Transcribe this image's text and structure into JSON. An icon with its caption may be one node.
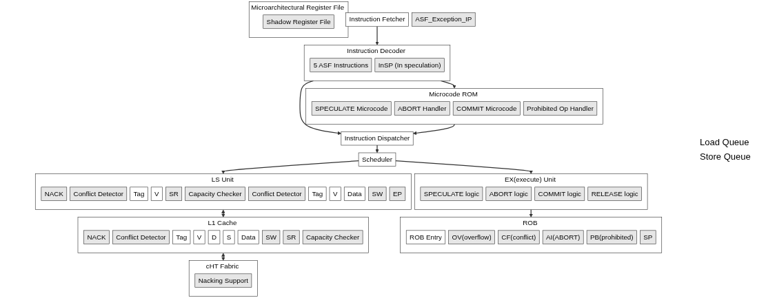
{
  "diagram": {
    "nodes": [
      {
        "text": [
          "Microcode ROM"
        ]
      },
      {
        "text": [
          "SPECULATE Microcode"
        ],
        "in": 0
      },
      {
        "text": [
          "ABORT Handler"
        ],
        "in": 0
      },
      {
        "text": [
          "COMMIT Microcode"
        ],
        "in": 0
      },
      {
        "text": [
          "Prohibited Op Handler"
        ],
        "in": 0
      },
      {
        "text": [
          "Instruction Fetcher"
        ]
      },
      {
        "text": [
          "Microarchitectural Register File"
        ]
      },
      {
        "text": [
          "Shadow Register File"
        ],
        "in": 6
      },
      {
        "text": [
          "Instruction Decoder"
        ]
      },
      {
        "text": [
          "5 ASF Instructions"
        ],
        "in": 8
      },
      {
        "text": [
          "InSP (In speculation)"
        ],
        "in": 8
      },
      {
        "text": [
          "LS Unit"
        ]
      },
      {
        "text": [
          "NACK"
        ],
        "in": 11
      },
      {
        "text": [
          "Conflict Detector"
        ],
        "in": 11
      },
      {
        "text": [
          "Tag"
        ],
        "in": 11
      },
      {
        "text": [
          "V"
        ],
        "in": 11
      },
      {
        "text": [
          "SR"
        ],
        "in": 11
      },
      {
        "text": [
          "Capacity Checker"
        ],
        "in": 11
      },
      {
        "text": [
          "Conflict Detector"
        ],
        "in": 11
      },
      {
        "text": [
          "Tag"
        ],
        "in": 11
      },
      {
        "text": [
          "V"
        ],
        "in": 11
      },
      {
        "text": [
          "Data"
        ],
        "in": 11
      },
      {
        "text": [
          "SW"
        ],
        "in": 11
      },
      {
        "text": [
          "EP"
        ],
        "in": 11
      },
      {
        "text": [
          "EX(execute) Unit"
        ]
      },
      {
        "text": [
          "SPECULATE logic"
        ],
        "in": 24
      },
      {
        "text": [
          "ABORT logic"
        ],
        "in": 24
      },
      {
        "text": [
          "COMMIT logic"
        ],
        "in": 24
      },
      {
        "text": [
          "RELEASE logic"
        ],
        "in": 24
      },
      {
        "text": [
          "Instruction Dispatcher"
        ]
      },
      {
        "text": [
          "Scheduler"
        ]
      },
      {
        "text": [
          "ROB"
        ]
      },
      {
        "text": [
          "ROB Entry"
        ],
        "in": 31
      },
      {
        "text": [
          "OV(overflow)"
        ],
        "in": 31
      },
      {
        "text": [
          "CF(conflict)"
        ],
        "in": 31
      },
      {
        "text": [
          "AI(ABORT)"
        ],
        "in": 31
      },
      {
        "text": [
          "PB(prohibited)"
        ],
        "in": 31
      },
      {
        "text": [
          "SP"
        ],
        "in": 31
      },
      {
        "text": [
          "L1 Cache"
        ]
      },
      {
        "text": [
          "NACK"
        ],
        "in": 38
      },
      {
        "text": [
          "Conflict Detector"
        ],
        "in": 38
      },
      {
        "text": [
          "Tag"
        ],
        "in": 38
      },
      {
        "text": [
          "V"
        ],
        "in": 38
      },
      {
        "text": [
          "D"
        ],
        "in": 38
      },
      {
        "text": [
          "S"
        ],
        "in": 38
      },
      {
        "text": [
          "Data"
        ],
        "in": 38
      },
      {
        "text": [
          "SW"
        ],
        "in": 38
      },
      {
        "text": [
          "SR"
        ],
        "in": 38
      },
      {
        "text": [
          "Capacity Checker"
        ],
        "in": 38
      },
      {
        "text": [
          "ASF_Exception_IP"
        ]
      },
      {
        "text": [
          "cHT Fabric"
        ]
      },
      {
        "text": [
          "Nacking Support"
        ],
        "in": 50
      }
    ],
    "edges": [
      {
        "from": 5,
        "to": 8,
        "arrow": "to"
      },
      {
        "from": 8,
        "to": 0,
        "arrow": "to"
      },
      {
        "from": 8,
        "to": 29,
        "arrow": "to"
      },
      {
        "from": 0,
        "to": 29,
        "arrow": "to"
      },
      {
        "from": 29,
        "to": 30,
        "arrow": "to"
      },
      {
        "from": 30,
        "to": 24,
        "arrow": "to"
      },
      {
        "from": 30,
        "to": 11,
        "arrow": "to"
      },
      {
        "from": 24,
        "to": 31,
        "arrow": "to"
      },
      {
        "from": 11,
        "to": 38,
        "arrow": "both"
      },
      {
        "from": 38,
        "to": 50,
        "arrow": "both",
        "style": "dashed"
      }
    ],
    "labels": [
      "Load Queue",
      "Store Queue"
    ]
  }
}
